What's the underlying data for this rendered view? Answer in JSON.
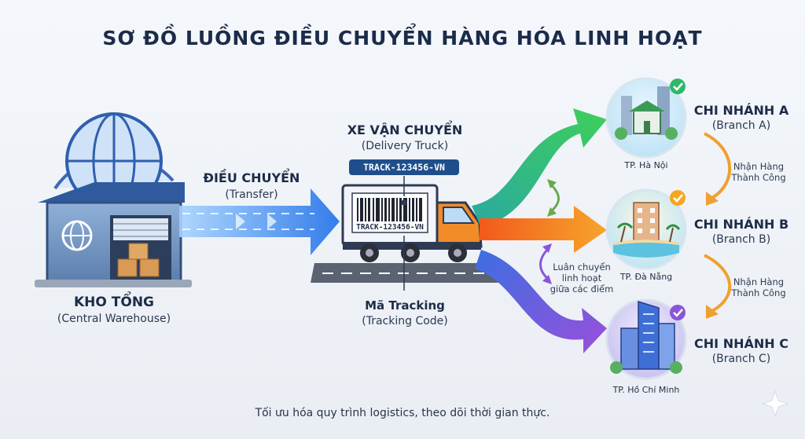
{
  "title": "SƠ ĐỒ LUỒNG ĐIỀU CHUYỂN HÀNG HÓA LINH HOẠT",
  "warehouse": {
    "name": "KHO TỔNG",
    "sub": "(Central Warehouse)",
    "icon": "warehouse-icon"
  },
  "transfer": {
    "name": "ĐIỀU CHUYỂN",
    "sub": "(Transfer)"
  },
  "truck": {
    "name": "XE VẬN CHUYỂN",
    "sub": "(Delivery Truck)",
    "tag": "TRACK-123456-VN",
    "barcode_text": "TRACK-123456-VN"
  },
  "tracking": {
    "name": "Mã Tracking",
    "sub": "(Tracking Code)"
  },
  "branches": [
    {
      "name": "CHI NHÁNH A",
      "sub": "(Branch A)",
      "city": "TP. Hà Nội",
      "color": "#3fbf6a"
    },
    {
      "name": "CHI NHÁNH B",
      "sub": "(Branch B)",
      "city": "TP. Đà Nẵng",
      "color": "#f28c28"
    },
    {
      "name": "CHI NHÁNH C",
      "sub": "(Branch C)",
      "city": "TP. Hồ Chí Minh",
      "color": "#8a55d8"
    }
  ],
  "receive_labels": [
    "Nhận Hàng",
    "Thành Công"
  ],
  "rotate_labels": [
    "Luân chuyển",
    "linh hoạt",
    "giữa các điểm"
  ],
  "footer": "Tối ưu hóa quy trình logistics, theo dõi thời gian thực.",
  "colors": {
    "green": "#3fbf6a",
    "orange": "#f28c28",
    "purple": "#8a55d8",
    "blue": "#2f7ff0",
    "navy": "#1b2b49"
  }
}
